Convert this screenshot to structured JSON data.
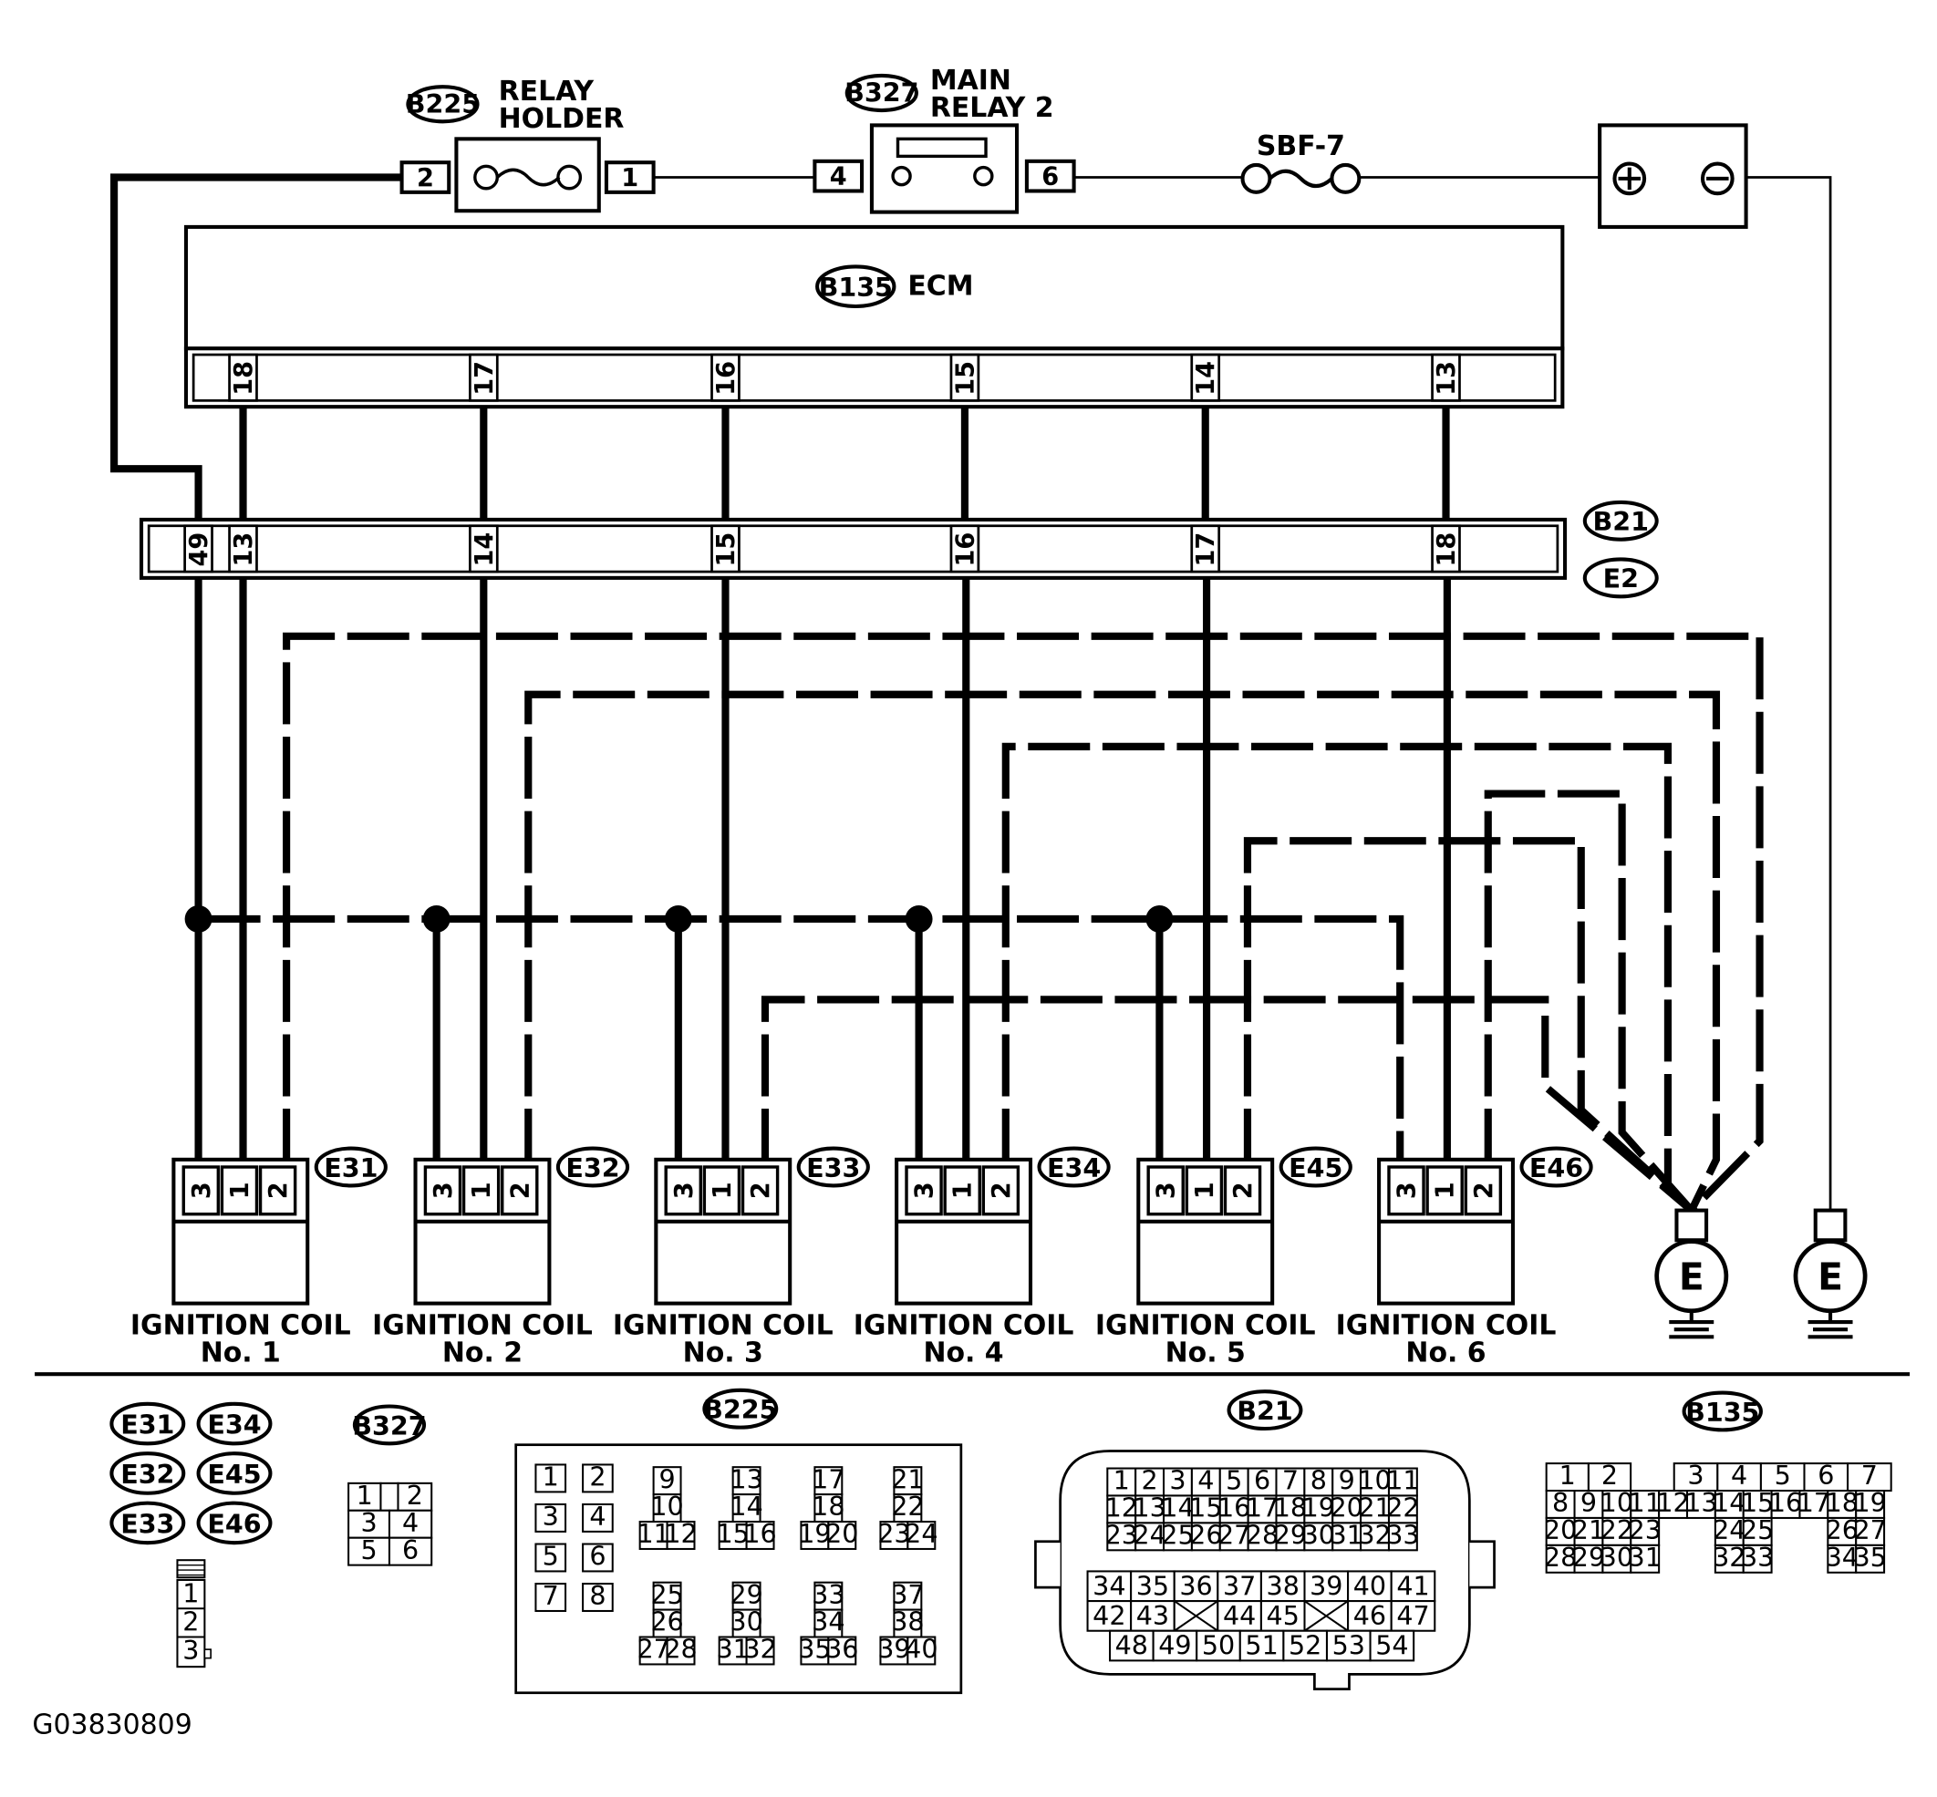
{
  "title": "",
  "code": "G03830809",
  "top_components": {
    "relay_holder": {
      "tag": "B225",
      "label_line1": "RELAY",
      "label_line2": "HOLDER",
      "pins": [
        "2",
        "1"
      ]
    },
    "main_relay": {
      "tag": "B327",
      "label_line1": "MAIN",
      "label_line2": "RELAY 2",
      "pins": [
        "4",
        "6"
      ]
    },
    "fuse": {
      "label": "SBF-7"
    },
    "battery": {
      "plus": "⊕",
      "minus": "⊖"
    }
  },
  "ecm": {
    "tag": "B135",
    "label": "ECM",
    "pins": [
      "18",
      "17",
      "16",
      "15",
      "14",
      "13"
    ]
  },
  "connector_mid": {
    "tag_top": "B21",
    "tag_bottom": "E2",
    "pins": [
      "49",
      "13",
      "14",
      "15",
      "16",
      "17",
      "18"
    ]
  },
  "coils": [
    {
      "tag": "E31",
      "line1": "IGNITION COIL",
      "line2": "No. 1",
      "pins": [
        "3",
        "1",
        "2"
      ]
    },
    {
      "tag": "E32",
      "line1": "IGNITION COIL",
      "line2": "No. 2",
      "pins": [
        "3",
        "1",
        "2"
      ]
    },
    {
      "tag": "E33",
      "line1": "IGNITION COIL",
      "line2": "No. 3",
      "pins": [
        "3",
        "1",
        "2"
      ]
    },
    {
      "tag": "E34",
      "line1": "IGNITION COIL",
      "line2": "No. 4",
      "pins": [
        "3",
        "1",
        "2"
      ]
    },
    {
      "tag": "E45",
      "line1": "IGNITION COIL",
      "line2": "No. 5",
      "pins": [
        "3",
        "1",
        "2"
      ]
    },
    {
      "tag": "E46",
      "line1": "IGNITION COIL",
      "line2": "No. 6",
      "pins": [
        "3",
        "1",
        "2"
      ]
    }
  ],
  "grounds": [
    "E",
    "E"
  ],
  "legend": {
    "coil_tags": [
      "E31",
      "E34",
      "E32",
      "E45",
      "E33",
      "E46"
    ],
    "coil_pins": [
      "1",
      "2",
      "3"
    ],
    "b327": {
      "tag": "B327",
      "rows": [
        [
          "1",
          "",
          "2"
        ],
        [
          "3",
          "4"
        ],
        [
          "5",
          "6"
        ]
      ]
    },
    "b225": {
      "tag": "B225",
      "left_pairs": [
        [
          "1",
          "2"
        ],
        [
          "3",
          "4"
        ],
        [
          "5",
          "6"
        ],
        [
          "7",
          "8"
        ]
      ],
      "groups": [
        [
          "9",
          "10",
          "11",
          "12"
        ],
        [
          "13",
          "14",
          "15",
          "16"
        ],
        [
          "17",
          "18",
          "19",
          "20"
        ],
        [
          "21",
          "22",
          "23",
          "24"
        ],
        [
          "25",
          "26",
          "27",
          "28"
        ],
        [
          "29",
          "30",
          "31",
          "32"
        ],
        [
          "33",
          "34",
          "35",
          "36"
        ],
        [
          "37",
          "38",
          "39",
          "40"
        ]
      ]
    },
    "b21": {
      "tag": "B21",
      "row1": [
        "1",
        "2",
        "3",
        "4",
        "5",
        "6",
        "7",
        "8",
        "9",
        "10",
        "11"
      ],
      "row2": [
        "12",
        "13",
        "14",
        "15",
        "16",
        "17",
        "18",
        "19",
        "20",
        "21",
        "22"
      ],
      "row3": [
        "23",
        "24",
        "25",
        "26",
        "27",
        "28",
        "29",
        "30",
        "31",
        "32",
        "33"
      ],
      "row4": [
        "34",
        "35",
        "36",
        "37",
        "38",
        "39",
        "40",
        "41"
      ],
      "row5": [
        "42",
        "43",
        "",
        "44",
        "45",
        "",
        "46",
        "47"
      ],
      "row6": [
        "48",
        "49",
        "50",
        "51",
        "52",
        "53",
        "54"
      ]
    },
    "b135": {
      "tag": "B135",
      "row1": [
        "1",
        "2",
        "",
        "3",
        "4",
        "5",
        "6",
        "7"
      ],
      "row2": [
        "8",
        "9",
        "10",
        "11",
        "12",
        "13",
        "14",
        "15",
        "16",
        "17",
        "18",
        "19"
      ],
      "row3": [
        "20",
        "21",
        "22",
        "23",
        "24",
        "25",
        "26",
        "27"
      ],
      "row4": [
        "28",
        "29",
        "30",
        "31",
        "32",
        "33",
        "34",
        "35"
      ]
    }
  }
}
